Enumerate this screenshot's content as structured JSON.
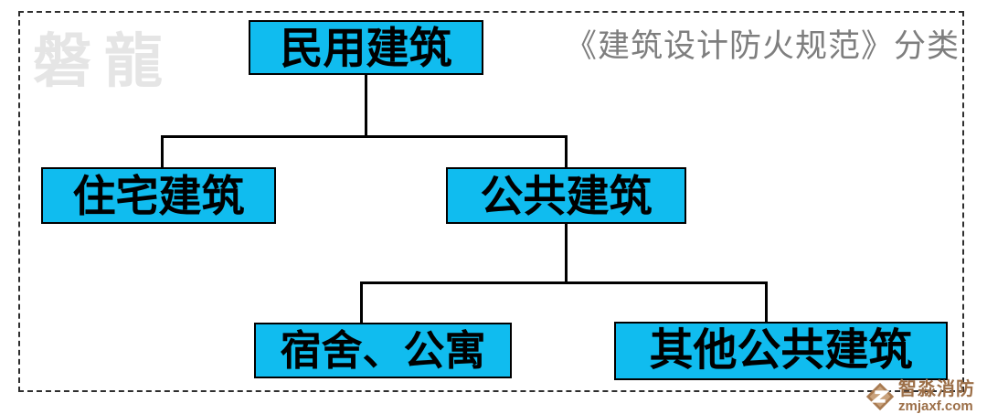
{
  "watermark": {
    "text": "磐龍"
  },
  "header": {
    "title": "《建筑设计防火规范》分类"
  },
  "diagram": {
    "type": "tree",
    "nodes": [
      {
        "id": "root",
        "label": "民用建筑"
      },
      {
        "id": "residential",
        "label": "住宅建筑"
      },
      {
        "id": "public",
        "label": "公共建筑"
      },
      {
        "id": "dormitory_apartment",
        "label": "宿舍、公寓"
      },
      {
        "id": "other_public",
        "label": "其他公共建筑"
      }
    ],
    "edges": [
      {
        "from": "root",
        "to": "residential"
      },
      {
        "from": "root",
        "to": "public"
      },
      {
        "from": "public",
        "to": "dormitory_apartment"
      },
      {
        "from": "public",
        "to": "other_public"
      }
    ]
  },
  "logo": {
    "name": "智淼消防",
    "domain": "zmjaxf.com"
  },
  "colors": {
    "node_fill": "#10bcef",
    "node_border": "#000000",
    "connector": "#000000",
    "title_text": "#7e7e7e",
    "watermark_text": "#e5e5e5",
    "logo_brown": "#9c6f48",
    "dashed_border": "#2e2e2e"
  }
}
